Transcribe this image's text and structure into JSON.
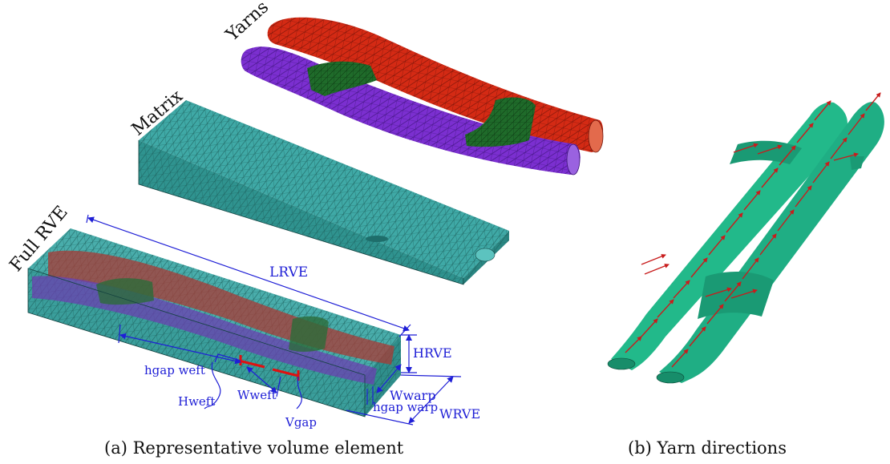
{
  "panel_a": {
    "labels": {
      "yarns": "Yarns",
      "matrix": "Matrix",
      "full_rve": "Full RVE"
    },
    "dimensions": {
      "l_rve": "LRVE",
      "h_rve": "HRVE",
      "w_rve": "WRVE",
      "w_warp": "Wwarp",
      "h_gap_warp": "hgap warp",
      "h_gap_weft": "hgap weft",
      "w_weft": "Wweft",
      "h_weft": "Hweft",
      "v_gap": "Vgap"
    },
    "caption": "(a) Representative volume element"
  },
  "panel_b": {
    "caption": "(b)  Yarn directions"
  },
  "colors": {
    "warp_yarn": "#d42a14",
    "weft_yarn": "#7b2fd0",
    "binder": "#1f6b2a",
    "matrix": "#3fa9a6",
    "yarn_green": "#22b98a",
    "arrows": "#c81c1c",
    "dimension_lines": "#1f1fd6"
  }
}
